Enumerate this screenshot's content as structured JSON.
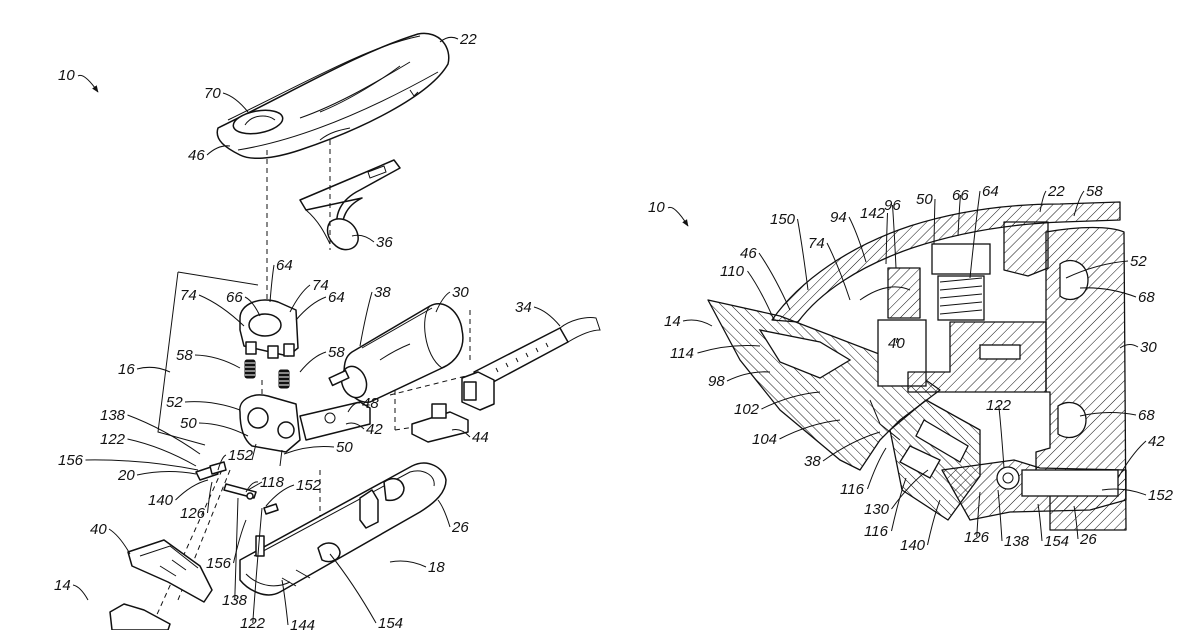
{
  "figures": [
    {
      "name": "exploded-view",
      "ref": "10",
      "labels": [
        "22",
        "70",
        "46",
        "36",
        "64",
        "74",
        "66",
        "74",
        "64",
        "58",
        "38",
        "30",
        "34",
        "16",
        "58",
        "52",
        "48",
        "50",
        "42",
        "138",
        "50",
        "44",
        "122",
        "152",
        "156",
        "20",
        "118",
        "140",
        "126",
        "152",
        "26",
        "40",
        "156",
        "138",
        "18",
        "14",
        "122",
        "144",
        "154"
      ]
    },
    {
      "name": "cross-section-view",
      "ref": "10",
      "labels": [
        "150",
        "94",
        "142",
        "96",
        "50",
        "66",
        "64",
        "22",
        "58",
        "110",
        "46",
        "74",
        "52",
        "14",
        "68",
        "114",
        "40",
        "30",
        "98",
        "102",
        "122",
        "68",
        "104",
        "42",
        "38",
        "116",
        "130",
        "152",
        "116",
        "140",
        "126",
        "138",
        "154",
        "26"
      ]
    }
  ]
}
